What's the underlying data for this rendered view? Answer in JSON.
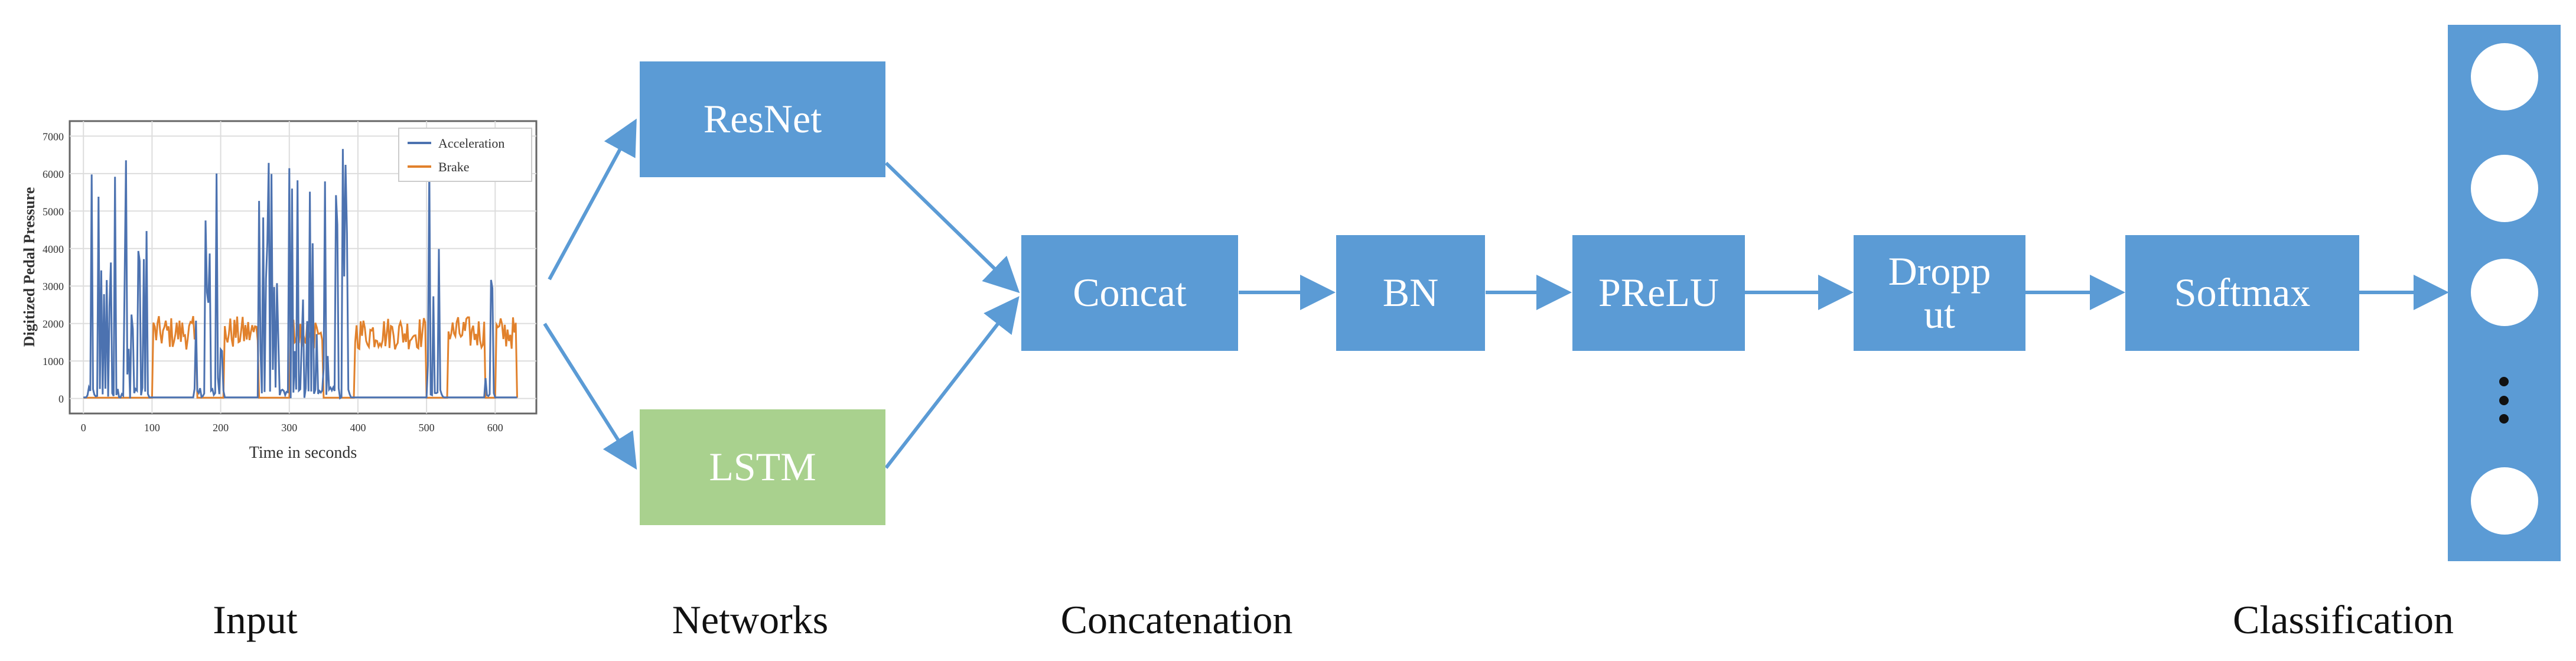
{
  "input_plot": {
    "ylabel": "Digitized Pedal Pressure",
    "xlabel": "Time in seconds",
    "y_ticks": [
      "0",
      "1000",
      "2000",
      "3000",
      "4000",
      "5000",
      "6000",
      "7000"
    ],
    "x_ticks": [
      "0",
      "100",
      "200",
      "300",
      "400",
      "500",
      "600"
    ],
    "legend": [
      "Acceleration",
      "Brake"
    ],
    "colors": {
      "acceleration": "#4c72b0",
      "brake": "#e1812c"
    }
  },
  "nodes": {
    "resnet": "ResNet",
    "lstm": "LSTM",
    "concat": "Concat",
    "bn": "BN",
    "prelu": "PReLU",
    "dropout_line1": "Dropp",
    "dropout_line2": "ut",
    "softmax": "Softmax"
  },
  "captions": {
    "input": "Input",
    "networks": "Networks",
    "concatenation": "Concatenation",
    "classification": "Classification"
  },
  "colors": {
    "block": "#5b9bd5",
    "lstm_block": "#a9d18e",
    "arrow": "#5b9bd5"
  }
}
